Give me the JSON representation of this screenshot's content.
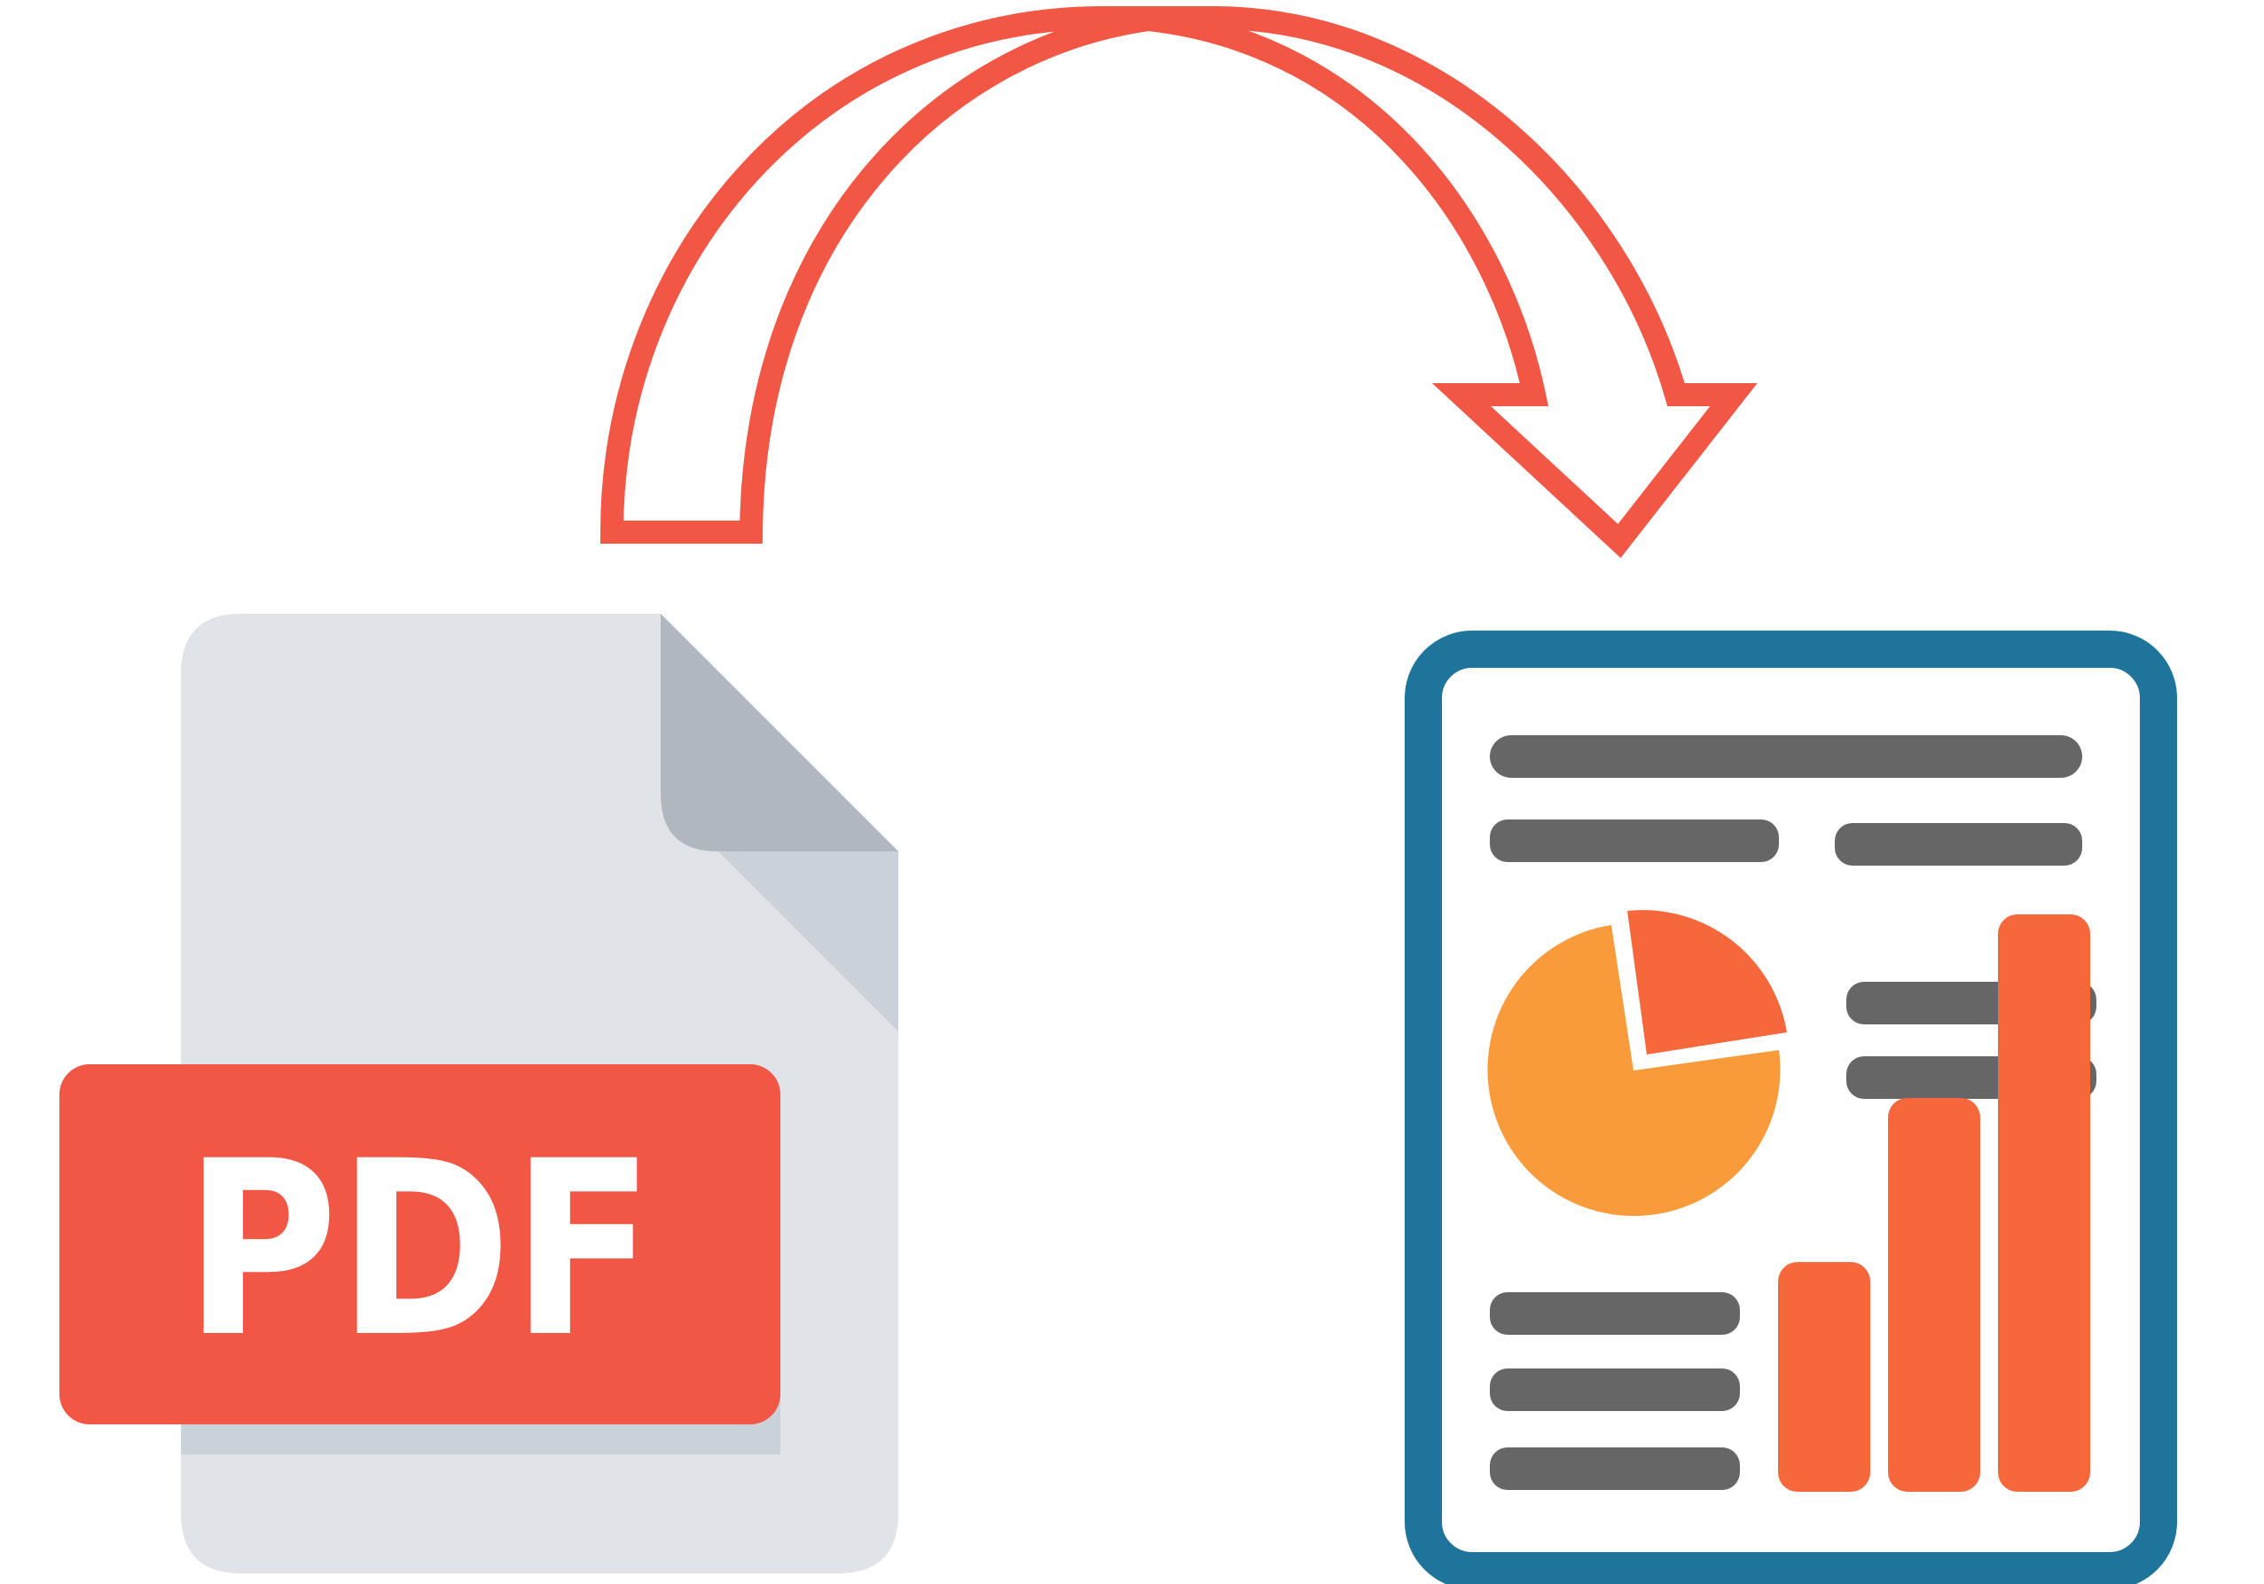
{
  "pdf_file": {
    "badge_text": "PDF",
    "badge_color": "#f15744",
    "page_color": "#e0e3e7",
    "fold_color": "#b0b7bf",
    "fold_shadow_color": "#cbd1d8"
  },
  "arrow": {
    "stroke_color": "#f15744",
    "direction": "left-to-right"
  },
  "report_icon": {
    "frame_color": "#1f749b",
    "text_line_color": "#666666",
    "pie_colors": [
      "#f6673c",
      "#f99b3a"
    ],
    "bar_color": "#f6673c",
    "bar_levels": [
      0.35,
      0.6,
      0.88
    ]
  }
}
